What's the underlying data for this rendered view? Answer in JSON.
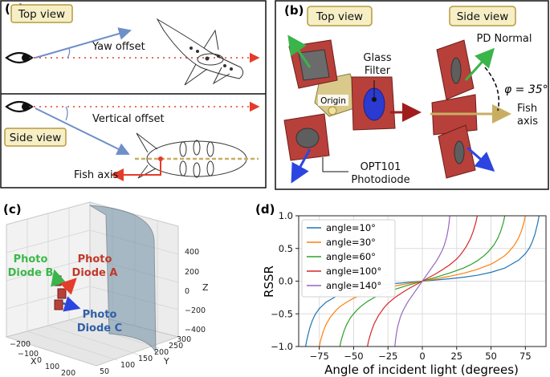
{
  "panel_a": {
    "label": "(a)",
    "top_view_tag": "Top view",
    "side_view_tag": "Side view",
    "yaw_offset": "Yaw offset",
    "vertical_offset": "Vertical offset",
    "fish_axis": "Fish axis"
  },
  "panel_b": {
    "label": "(b)",
    "top_view_tag": "Top view",
    "side_view_tag": "Side view",
    "pd_normal": "PD Normal",
    "glass_filter_line1": "Glass",
    "glass_filter_line2": "Filter",
    "origin": "Origin",
    "phi_label": "φ = 35°",
    "fish_axis_line1": "Fish",
    "fish_axis_line2": "axis",
    "opt_line1": "OPT101",
    "opt_line2": "Photodiode"
  },
  "panel_c": {
    "label": "(c)",
    "pd_b_line1": "Photo",
    "pd_b_line2": "Diode B",
    "pd_a_line1": "Photo",
    "pd_a_line2": "Diode A",
    "pd_c_line1": "Photo",
    "pd_c_line2": "Diode C",
    "x_label": "X",
    "y_label": "Y",
    "z_label": "Z",
    "x_ticks": [
      "−200",
      "−100",
      "0",
      "100",
      "200"
    ],
    "y_ticks": [
      "50",
      "100",
      "150",
      "200",
      "250",
      "300"
    ],
    "z_ticks": [
      "400",
      "200",
      "0",
      "−200",
      "−400"
    ],
    "colors": {
      "pd_a": "#c0392b",
      "pd_b": "#3cb84a",
      "pd_c": "#2f5fa8"
    }
  },
  "panel_d": {
    "label": "(d)",
    "chart_data": {
      "type": "line",
      "xlabel": "Angle of incident light (degrees)",
      "ylabel": "RSSR",
      "xlim": [
        -90,
        90
      ],
      "ylim": [
        -1.0,
        1.0
      ],
      "x_ticks": [
        "−75",
        "−50",
        "−25",
        "0",
        "25",
        "50",
        "75"
      ],
      "x_tick_values": [
        -75,
        -50,
        -25,
        0,
        25,
        50,
        75
      ],
      "y_ticks": [
        "1.0",
        "0.5",
        "0.0",
        "−0.5",
        "−1.0"
      ],
      "y_tick_values": [
        1.0,
        0.5,
        0.0,
        -0.5,
        -1.0
      ],
      "grid": true,
      "legend_position": "top-left",
      "series": [
        {
          "name": "angle=10°",
          "color": "#1f77b4",
          "x": [
            -85,
            -84,
            -82,
            -80,
            -78,
            -75,
            -70,
            -60,
            -50,
            -40,
            -30,
            -20,
            -10,
            0,
            10,
            20,
            30,
            40,
            50,
            60,
            70,
            75,
            78,
            80,
            82,
            84,
            85
          ],
          "y": [
            -1.0,
            -0.89,
            -0.72,
            -0.6,
            -0.51,
            -0.42,
            -0.32,
            -0.2,
            -0.135,
            -0.09,
            -0.06,
            -0.037,
            -0.018,
            0,
            0.018,
            0.037,
            0.06,
            0.09,
            0.135,
            0.2,
            0.32,
            0.42,
            0.51,
            0.6,
            0.72,
            0.89,
            1.0
          ]
        },
        {
          "name": "angle=30°",
          "color": "#ff7f0e",
          "x": [
            -75,
            -74,
            -72,
            -70,
            -67,
            -63,
            -60,
            -55,
            -50,
            -45,
            -40,
            -30,
            -20,
            -10,
            0,
            10,
            20,
            30,
            40,
            45,
            50,
            55,
            60,
            63,
            67,
            70,
            72,
            74,
            75
          ],
          "y": [
            -1.0,
            -0.9,
            -0.76,
            -0.66,
            -0.55,
            -0.45,
            -0.39,
            -0.32,
            -0.26,
            -0.22,
            -0.18,
            -0.12,
            -0.075,
            -0.036,
            0,
            0.036,
            0.075,
            0.12,
            0.18,
            0.22,
            0.26,
            0.32,
            0.39,
            0.45,
            0.55,
            0.66,
            0.76,
            0.9,
            1.0
          ]
        },
        {
          "name": "angle=60°",
          "color": "#2ca02c",
          "x": [
            -60,
            -59,
            -57,
            -55,
            -52,
            -48,
            -45,
            -40,
            -35,
            -30,
            -20,
            -10,
            0,
            10,
            20,
            30,
            35,
            40,
            45,
            48,
            52,
            55,
            57,
            59,
            60
          ],
          "y": [
            -1.0,
            -0.9,
            -0.76,
            -0.66,
            -0.55,
            -0.45,
            -0.39,
            -0.31,
            -0.25,
            -0.2,
            -0.125,
            -0.06,
            0,
            0.06,
            0.125,
            0.2,
            0.25,
            0.31,
            0.39,
            0.45,
            0.55,
            0.66,
            0.76,
            0.9,
            1.0
          ]
        },
        {
          "name": "angle=100°",
          "color": "#d62728",
          "x": [
            -40,
            -39,
            -37,
            -35,
            -32,
            -28,
            -25,
            -20,
            -15,
            -10,
            0,
            10,
            15,
            20,
            25,
            28,
            32,
            35,
            37,
            39,
            40
          ],
          "y": [
            -1.0,
            -0.9,
            -0.76,
            -0.65,
            -0.53,
            -0.41,
            -0.34,
            -0.25,
            -0.18,
            -0.115,
            0,
            0.115,
            0.18,
            0.25,
            0.34,
            0.41,
            0.53,
            0.65,
            0.76,
            0.9,
            1.0
          ]
        },
        {
          "name": "angle=140°",
          "color": "#9467bd",
          "x": [
            -20,
            -19.5,
            -19,
            -18,
            -16,
            -14,
            -12,
            -10,
            -6,
            -3,
            0,
            3,
            6,
            10,
            12,
            14,
            16,
            18,
            19,
            19.5,
            20
          ],
          "y": [
            -1.0,
            -0.9,
            -0.82,
            -0.7,
            -0.55,
            -0.45,
            -0.37,
            -0.3,
            -0.18,
            -0.09,
            0,
            0.09,
            0.18,
            0.3,
            0.37,
            0.45,
            0.55,
            0.7,
            0.82,
            0.9,
            1.0
          ]
        }
      ]
    }
  }
}
